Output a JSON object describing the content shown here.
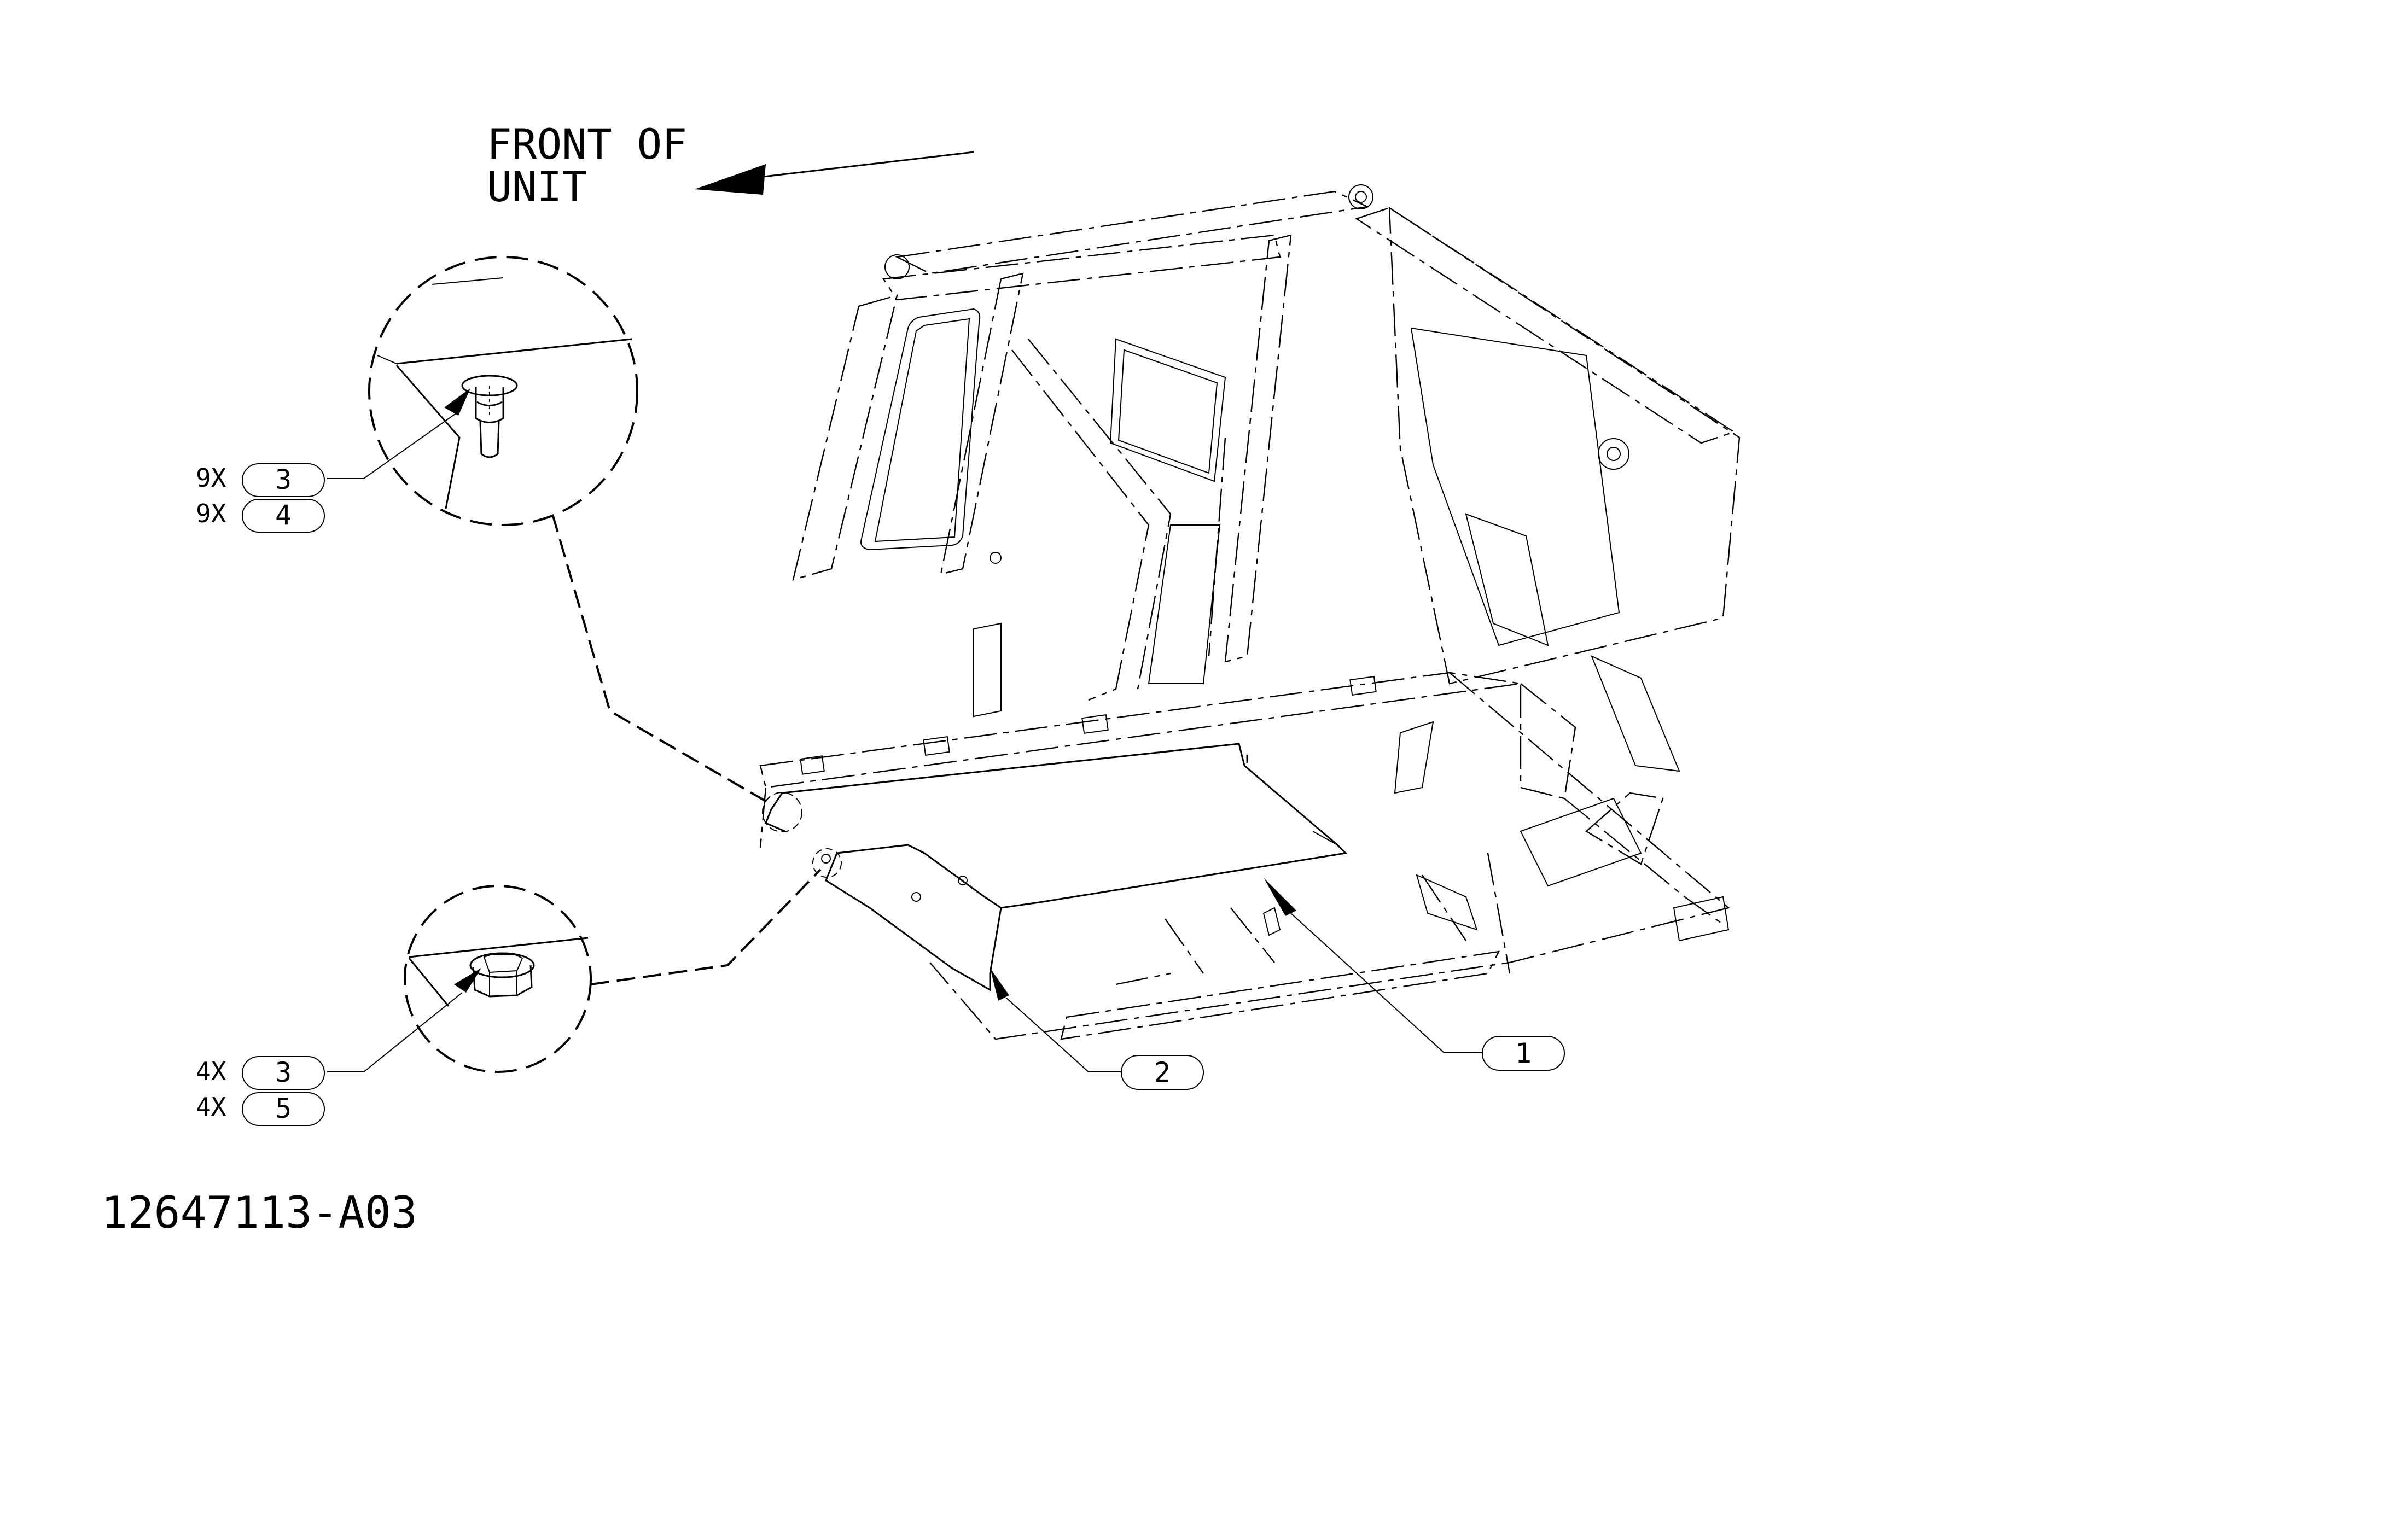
{
  "title": "12647113-A03",
  "orientation": {
    "line1": "FRONT OF",
    "line2": "UNIT"
  },
  "callouts": {
    "item1": "1",
    "item2": "2",
    "detail_a": {
      "qty_top": "9X",
      "item_top": "3",
      "qty_bottom": "9X",
      "item_bottom": "4"
    },
    "detail_b": {
      "qty_top": "4X",
      "item_top": "3",
      "qty_bottom": "4X",
      "item_bottom": "5"
    }
  }
}
